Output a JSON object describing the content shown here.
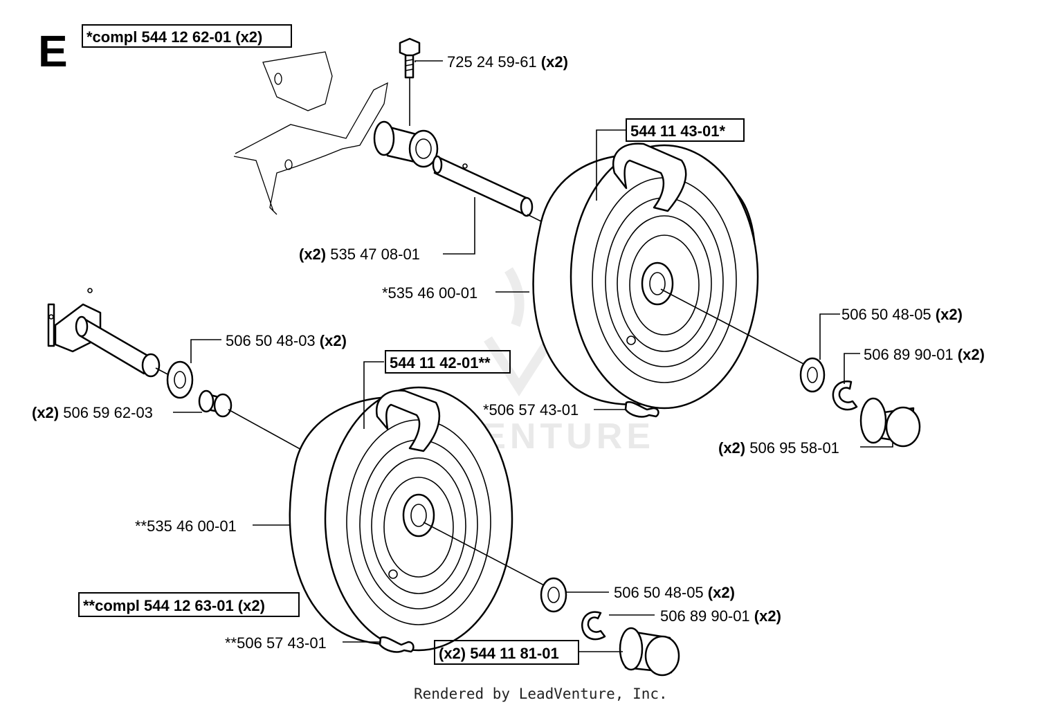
{
  "section_letter": "E",
  "watermark": "LEADVENTURE",
  "credit": "Rendered by LeadVenture, Inc.",
  "callouts": [
    {
      "id": "compl-top",
      "prefix": "",
      "text": "*compl 544 12 62-01 (x2)",
      "suffix": "",
      "boxed": true
    },
    {
      "id": "bolt",
      "prefix": "",
      "text": "725 24 59-61",
      "suffix": "(x2)",
      "boxed": false
    },
    {
      "id": "wheel-top",
      "prefix": "",
      "text": "544 11 43-01*",
      "suffix": "",
      "boxed": true
    },
    {
      "id": "axle-pin",
      "prefix": "(x2)",
      "text": "535 47 08-01",
      "suffix": "",
      "boxed": false
    },
    {
      "id": "tire-top",
      "prefix": "",
      "text": "*535 46 00-01",
      "suffix": "",
      "boxed": false
    },
    {
      "id": "washer-tr",
      "prefix": "",
      "text": "506 50 48-05",
      "suffix": "(x2)",
      "boxed": false
    },
    {
      "id": "clip-tr",
      "prefix": "",
      "text": "506 89 90-01",
      "suffix": "(x2)",
      "boxed": false
    },
    {
      "id": "valve-top",
      "prefix": "",
      "text": "*506 57 43-01",
      "suffix": "",
      "boxed": false
    },
    {
      "id": "cap-tr",
      "prefix": "(x2)",
      "text": "506 95 58-01",
      "suffix": "",
      "boxed": false
    },
    {
      "id": "washer-left",
      "prefix": "",
      "text": "506 50 48-03",
      "suffix": "(x2)",
      "boxed": false
    },
    {
      "id": "wheel-bottom",
      "prefix": "",
      "text": "544 11 42-01**",
      "suffix": "",
      "boxed": true
    },
    {
      "id": "bushing",
      "prefix": "(x2)",
      "text": "506 59 62-03",
      "suffix": "",
      "boxed": false
    },
    {
      "id": "tire-bottom",
      "prefix": "",
      "text": "**535 46 00-01",
      "suffix": "",
      "boxed": false
    },
    {
      "id": "washer-br",
      "prefix": "",
      "text": "506 50 48-05",
      "suffix": "(x2)",
      "boxed": false
    },
    {
      "id": "clip-br",
      "prefix": "",
      "text": "506 89 90-01",
      "suffix": "(x2)",
      "boxed": false
    },
    {
      "id": "compl-bottom",
      "prefix": "",
      "text": "**compl 544 12 63-01 (x2)",
      "suffix": "",
      "boxed": true
    },
    {
      "id": "valve-bottom",
      "prefix": "",
      "text": "**506 57 43-01",
      "suffix": "",
      "boxed": false
    },
    {
      "id": "cap-br",
      "prefix": "(x2)",
      "text": "544 11 81-01",
      "suffix": "",
      "boxed": true
    }
  ]
}
